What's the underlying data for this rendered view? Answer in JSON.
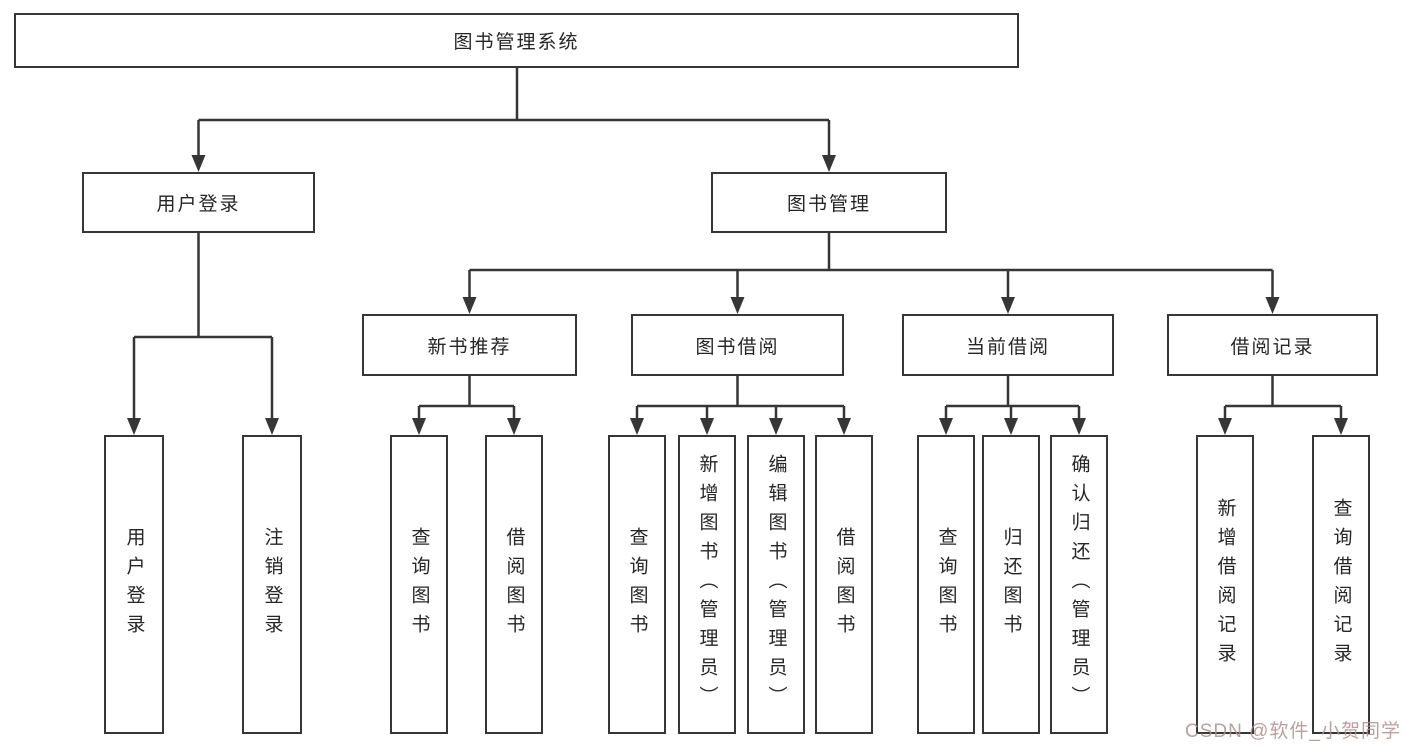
{
  "diagram": {
    "root": {
      "label": "图书管理系统"
    },
    "branches": [
      {
        "label": "用户登录",
        "children": [
          "用户登录",
          "注销登录"
        ]
      },
      {
        "label": "图书管理",
        "groups": [
          {
            "label": "新书推荐",
            "children": [
              "查询图书",
              "借阅图书"
            ]
          },
          {
            "label": "图书借阅",
            "children": [
              "查询图书",
              "新增图书（管理员）",
              "编辑图书（管理员）",
              "借阅图书"
            ]
          },
          {
            "label": "当前借阅",
            "children": [
              "查询图书",
              "归还图书",
              "确认归还（管理员）"
            ]
          },
          {
            "label": "借阅记录",
            "children": [
              "新增借阅记录",
              "查询借阅记录"
            ]
          }
        ]
      }
    ],
    "line_color": "#363636"
  },
  "watermark": "CSDN @软件_小贺同学"
}
